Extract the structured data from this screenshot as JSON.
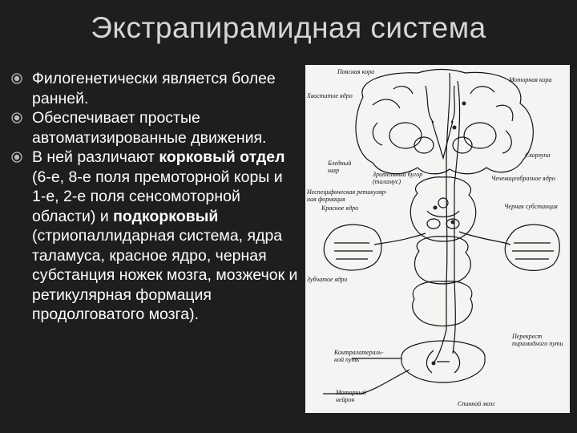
{
  "title": "Экстрапирамидная система",
  "bullets": [
    {
      "text": "Филогенетически является более ранней."
    },
    {
      "text": "Обеспечивает простые автоматизированные движения."
    },
    {
      "part1": "В ней различают ",
      "bold1": "корковый отдел",
      "part2": " (6-е, 8-е поля премоторной коры и 1-е, 2-е поля сенсомоторной области) и ",
      "bold2": "подкорковый",
      "part3": " (стриопаллидарная система, ядра таламуса, красное ядро, черная субстанция ножек мозга, мозжечок и ретикулярная формация продолговатого мозга)."
    }
  ],
  "figure_labels": {
    "cingulate": "Поясная кора",
    "motor_cortex": "Моторная кора",
    "caudate": "Хвостатое ядро",
    "putamen": "Скорлупа",
    "globus_pallidus": "Бледный шар",
    "thalamus": "Зрительный бугор (таламус)",
    "subthalamic": "Чечевицеобразное ядро",
    "reticular": "Неспецифическая ретикуляр-ная формация",
    "red_nucleus": "Красное ядро",
    "substantia_nigra": "Черная субстанция",
    "dentate": "Зубчатое ядро",
    "decussation": "Перекрест пирамидного пути",
    "contralateral": "Контралатераль-ной путь",
    "motor_neuron": "Моторный нейрон",
    "spinal_cord": "Спинной мозг"
  },
  "colors": {
    "background": "#1e1e1e",
    "text": "#ffffff",
    "title": "#d6d6d6",
    "figure_bg": "#f4f4f2"
  }
}
